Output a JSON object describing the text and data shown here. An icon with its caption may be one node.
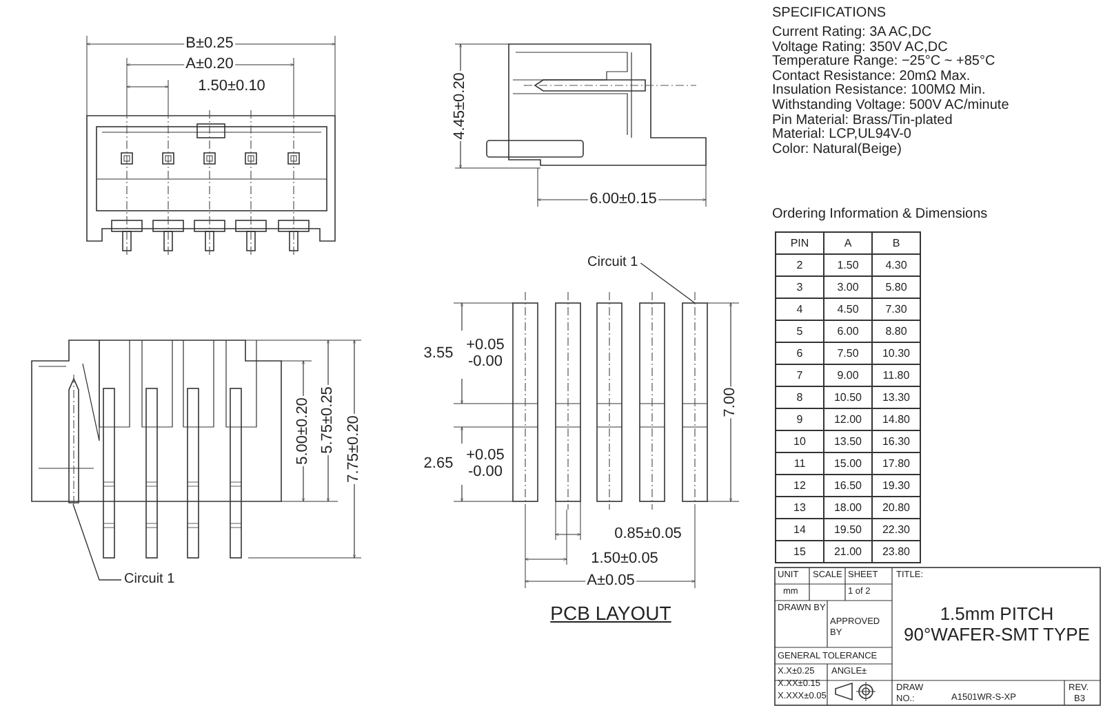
{
  "diagram": {
    "nodes": [
      {
        "text": [
          "Circuit 1"
        ]
      },
      {
        "text": [
          "Circuit 1"
        ]
      }
    ],
    "edges": [
      {
        "from": 0,
        "to": null,
        "arrow": "none"
      },
      {
        "from": 1,
        "to": null,
        "arrow": "none"
      }
    ],
    "labels": [
      "SPECIFICATIONS",
      "Current Rating: 3A AC,DC",
      "Voltage Rating: 350V AC,DC",
      "Temperature Range: −25°C ~ +85°C",
      "Contact Resistance: 20mΩ Max.",
      "Insulation Resistance: 100MΩ Min.",
      "Withstanding Voltage: 500V AC/minute",
      "Pin Material: Brass/Tin-plated",
      "Material: LCP,UL94V-0",
      "Color: Natural(Beige)",
      "Ordering Information & Dimensions",
      "PIN",
      "A",
      "B",
      "2",
      "1.50",
      "4.30",
      "3",
      "3.00",
      "5.80",
      "4",
      "4.50",
      "7.30",
      "5",
      "6.00",
      "8.80",
      "6",
      "7.50",
      "10.30",
      "7",
      "9.00",
      "11.80",
      "8",
      "10.50",
      "13.30",
      "9",
      "12.00",
      "14.80",
      "10",
      "13.50",
      "16.30",
      "11",
      "15.00",
      "17.80",
      "12",
      "16.50",
      "19.30",
      "13",
      "18.00",
      "20.80",
      "14",
      "19.50",
      "22.30",
      "15",
      "21.00",
      "23.80",
      "UNIT",
      "SCALE",
      "SHEET",
      "TITLE:",
      "mm",
      "1 of 2",
      "DRAWN BY",
      "APPROVED BY",
      "1.5mm PITCH 90°WAFER-SMT TYPE",
      "GENERAL TOLERANCE",
      "X.X±0.25",
      "X.XX±0.15",
      "X.XXX±0.05",
      "ANGLE±",
      "DRAW NO.:",
      "A1501WR-S-XP",
      "REV.",
      "B3",
      "B±0.25",
      "A±0.20",
      "1.50±0.10",
      "4.45±0.20",
      "6.00±0.15",
      "5.00±0.20",
      "5.75±0.25",
      "7.75±0.20",
      "3.55",
      "+0.05",
      "-0.00",
      "2.65",
      "+0.05",
      "-0.00",
      "7.00",
      "0.85±0.05",
      "1.50±0.05",
      "A±0.05",
      "PCB LAYOUT"
    ]
  }
}
